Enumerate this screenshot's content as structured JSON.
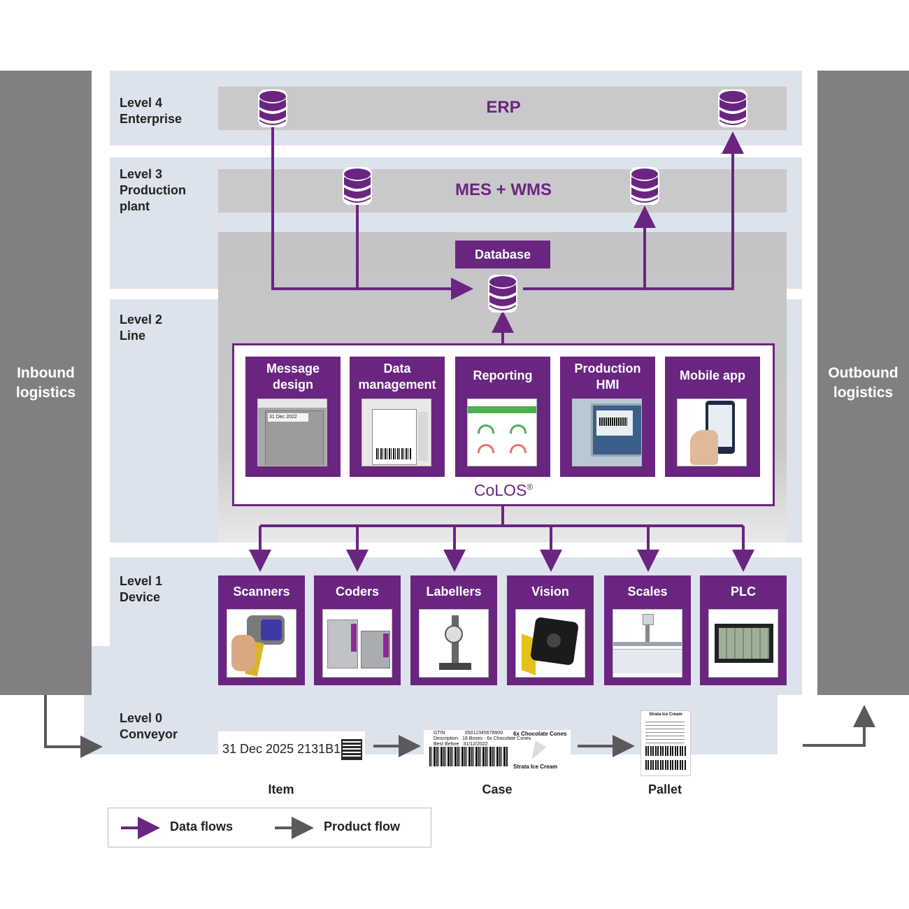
{
  "levels": {
    "l4": "Level 4\nEnterprise",
    "l3": "Level 3\nProduction\nplant",
    "l2": "Level 2\nLine",
    "l1": "Level 1\nDevice",
    "l0": "Level 0\nConveyor"
  },
  "sides": {
    "inbound": "Inbound\nlogistics",
    "outbound": "Outbound\nlogistics"
  },
  "systems": {
    "erp": "ERP",
    "mes": "MES + WMS",
    "database": "Database"
  },
  "colos": {
    "brand": "CoLOS",
    "apps": [
      "Message\ndesign",
      "Data\nmanagement",
      "Reporting",
      "Production\nHMI",
      "Mobile app"
    ]
  },
  "devices": [
    "Scanners",
    "Coders",
    "Labellers",
    "Vision",
    "Scales",
    "PLC"
  ],
  "products": {
    "item_code": "31 Dec 2025 2131B1",
    "item": "Item",
    "case": "Case",
    "pallet": "Pallet",
    "case_label": {
      "gtin_k": "GTIN",
      "gtin_v": "05012345678900",
      "desc_k": "Description",
      "desc_v": "18 Boxes - 6x Chocolate Cones",
      "bb_k": "Best Before",
      "bb_v": "31/12/2022",
      "title": "6x Chocolate Cones",
      "brand": "Strata Ice Cream"
    },
    "pallet_label": {
      "title": "Strata Ice Cream"
    }
  },
  "legend": {
    "data": "Data flows",
    "product": "Product flow"
  },
  "colors": {
    "purple": "#6a2581",
    "grey_arrow": "#5a5a5c",
    "band": "#dde3ec",
    "side": "#808082"
  }
}
